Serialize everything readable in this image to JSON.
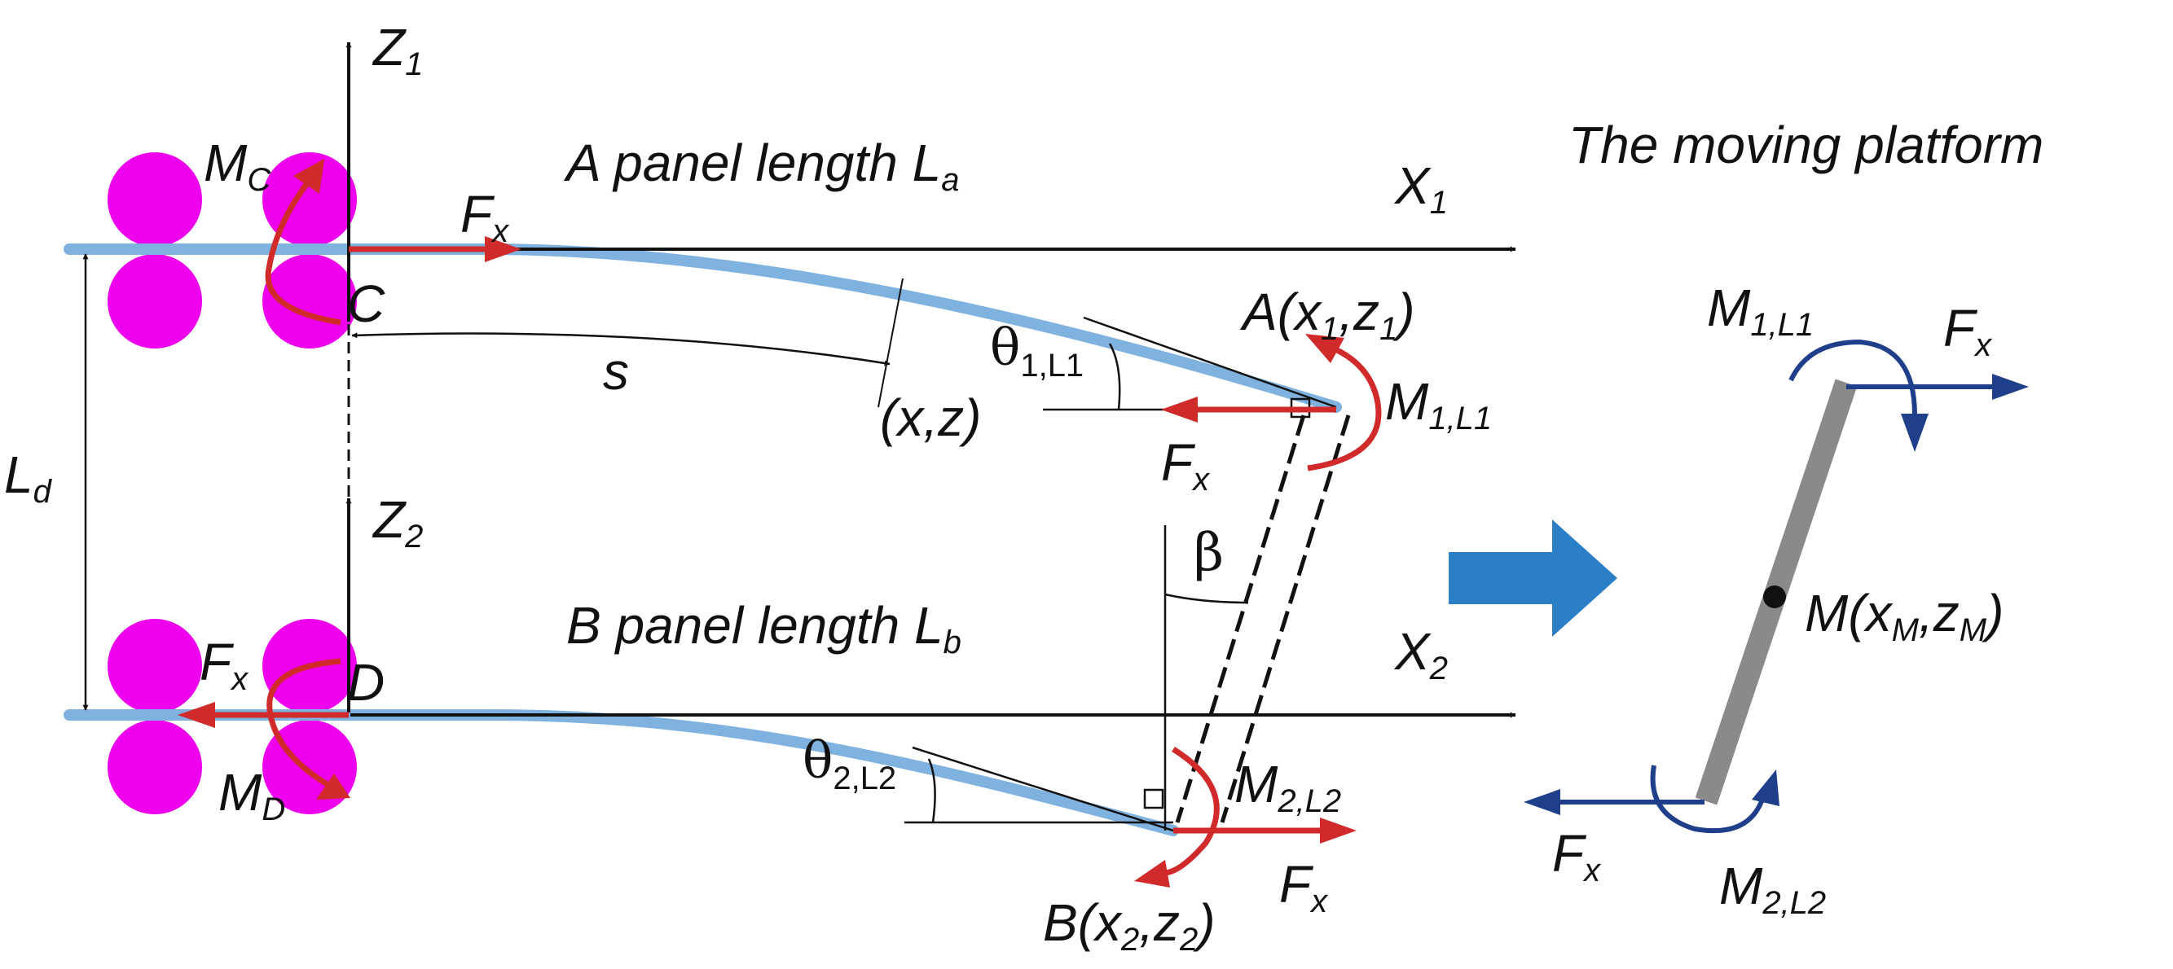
{
  "labels": {
    "z1": "Z",
    "z1_sub": "1",
    "z2": "Z",
    "z2_sub": "2",
    "x1": "X",
    "x1_sub": "1",
    "x2": "X",
    "x2_sub": "2",
    "mc": "M",
    "mc_sub": "C",
    "md": "M",
    "md_sub": "D",
    "fx_top": "F",
    "fx_top_sub": "x",
    "fx_left_d": "F",
    "fx_left_d_sub": "x",
    "c_point": "C",
    "d_point": "D",
    "panel_a": "A panel length L",
    "panel_a_sub": "a",
    "panel_b": "B panel length L",
    "panel_b_sub": "b",
    "s": "s",
    "xz": "(x,z)",
    "theta1": "θ",
    "theta1_sub": "1,L1",
    "theta2": "θ",
    "theta2_sub": "2,L2",
    "point_a": "A(x",
    "point_a_s1": "1",
    "point_a_mid": ",z",
    "point_a_s2": "1",
    "point_a_end": ")",
    "m1l1_left": "M",
    "m1l1_left_sub": "1,L1",
    "fx_a": "F",
    "fx_a_sub": "x",
    "ld": "L",
    "ld_sub": "d",
    "beta": "β",
    "m2l2_left": "M",
    "m2l2_left_sub": "2,L2",
    "fx_b": "F",
    "fx_b_sub": "x",
    "point_b": "B(x",
    "point_b_s1": "2",
    "point_b_mid": ",z",
    "point_b_s2": "2",
    "point_b_end": ")",
    "platform_title": "The moving platform",
    "m1l1_right": "M",
    "m1l1_right_sub": "1,L1",
    "fx_right_top": "F",
    "fx_right_top_sub": "x",
    "point_m": "M(x",
    "point_m_s1": "M",
    "point_m_mid": ",z",
    "point_m_s2": "M",
    "point_m_end": ")",
    "fx_right_bottom": "F",
    "fx_right_bottom_sub": "x",
    "m2l2_right": "M",
    "m2l2_right_sub": "2,L2"
  },
  "colors": {
    "roller": "#ee00ee",
    "panel": "#7fb2df",
    "force": "#d12a2a",
    "platform_arrow": "#1f3f8a",
    "platform_bar": "#8a8a8a",
    "big_arrow": "#2a7fc6",
    "line": "#111111"
  }
}
